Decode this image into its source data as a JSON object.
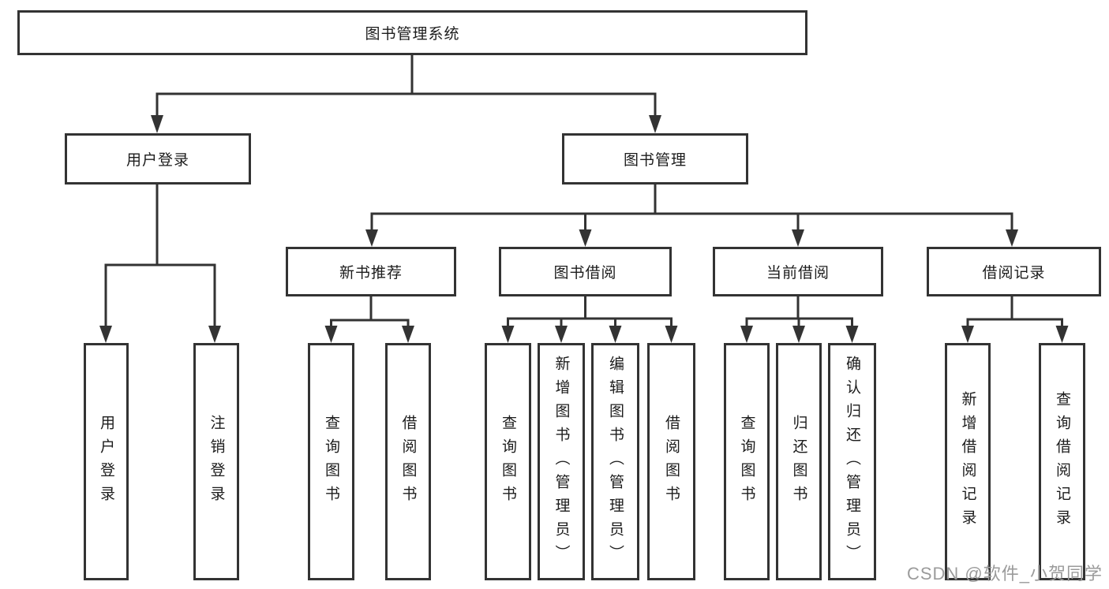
{
  "diagram": {
    "root": "图书管理系统",
    "level1": [
      "用户登录",
      "图书管理"
    ],
    "level2": [
      "新书推荐",
      "图书借阅",
      "当前借阅",
      "借阅记录"
    ],
    "leaves": {
      "login": [
        "用户登录",
        "注销登录"
      ],
      "recommend": [
        "查询图书",
        "借阅图书"
      ],
      "borrowing": [
        "查询图书",
        "新增图书（管理员）",
        "编辑图书（管理员）",
        "借阅图书"
      ],
      "current": [
        "查询图书",
        "归还图书",
        "确认归还（管理员）"
      ],
      "records": [
        "新增借阅记录",
        "查询借阅记录"
      ]
    }
  },
  "watermark": "CSDN @软件_小贺同学",
  "colors": {
    "line": "#333333",
    "box_border": "#333333",
    "text": "#1c1c1c",
    "watermark": "#9b9b9b",
    "background": "#ffffff"
  }
}
